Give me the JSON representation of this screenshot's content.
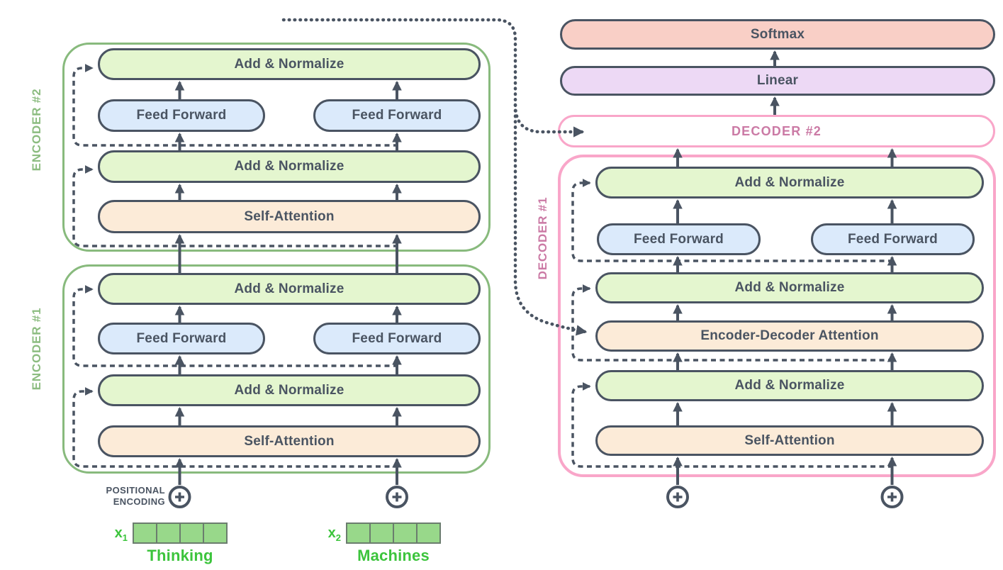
{
  "colors": {
    "background": "#ffffff",
    "ink": "#4a5462",
    "encoder-border": "#88ba7d",
    "encoder-label": "#8cbc80",
    "decoder-border": "#f9a6c9",
    "decoder-label": "#cb7aa5",
    "add-normalize-fill": "#e4f6cf",
    "feed-forward-fill": "#dbeafb",
    "attention-fill": "#fcebd8",
    "softmax-fill": "#f9cfc6",
    "linear-fill": "#edd9f5",
    "embedding-cell-fill": "#98d88a",
    "embedding-cell-border": "#6b7d6e",
    "input-word-green": "#3cc43c"
  },
  "labels": {
    "add_normalize": "Add & Normalize",
    "feed_forward": "Feed Forward",
    "self_attention": "Self-Attention",
    "encoder_decoder_attention": "Encoder-Decoder Attention",
    "softmax": "Softmax",
    "linear": "Linear",
    "encoder_2": "ENCODER #2",
    "encoder_1": "ENCODER #1",
    "decoder_2": "DECODER #2",
    "decoder_1": "DECODER #1",
    "positional_encoding": [
      "POSITIONAL",
      "ENCODING"
    ]
  },
  "inputs": [
    {
      "symbol": "x",
      "subscript": "1",
      "word": "Thinking",
      "cells": 4
    },
    {
      "symbol": "x",
      "subscript": "2",
      "word": "Machines",
      "cells": 4
    }
  ]
}
